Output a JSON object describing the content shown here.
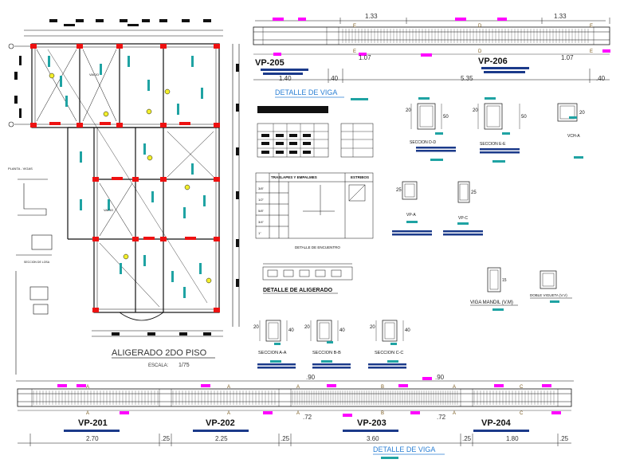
{
  "plan": {
    "title": "ALIGERADO 2DO PISO",
    "scale_label": "ESCALA:",
    "scale_value": "1/75",
    "room_labels": [
      "VACIO",
      "VACIO"
    ],
    "side_note": "PLANTA - VIGAS",
    "mid_note": "SECCION DE LOSA"
  },
  "beams_top": {
    "vp205": "VP-205",
    "vp206": "VP-206",
    "dim_133_a": "1.33",
    "dim_133_b": "1.33",
    "dim_107_a": "1.07",
    "dim_107_b": "1.07",
    "dim_140": "1.40",
    "dim_40_a": ".40",
    "dim_535": "5.35",
    "dim_40_b": ".40",
    "sec_d": "D",
    "sec_e": "E"
  },
  "detalle_viga_top": "DETALLE DE VIGA",
  "tables": {
    "aligerado_title": "TRASLAPES Y EMPALMES",
    "estribos_title": "ESTRIBOS",
    "encuentro_title": "DETALLE DE ENCUENTRO",
    "aligerado_label": "DETALLE DE ALIGERADO",
    "diam_labels": [
      "3/8\"",
      "1/2\"",
      "5/8\"",
      "3/4\"",
      "1\""
    ]
  },
  "sections": {
    "d": "SECCION D-D",
    "e": "SECCION E-E",
    "vch": "VCH-A",
    "vp_a": "VP-A",
    "vp_c": "VP-C",
    "a": "SECCION A-A",
    "b": "SECCION B-B",
    "c": "SECCION C-C",
    "vm": "VIGA MANDIL (V.M)",
    "vc": "DOBLE VIGUETA (V.V)",
    "dim_20": "20",
    "dim_25": "25",
    "dim_40": "40",
    "dim_50": "50",
    "dim_15": "15"
  },
  "beams_bottom": {
    "vp201": "VP-201",
    "vp202": "VP-202",
    "vp203": "VP-203",
    "vp204": "VP-204",
    "dim_270": "2.70",
    "dim_25_a": ".25",
    "dim_225": "2.25",
    "dim_25_b": ".25",
    "dim_360": "3.60",
    "dim_25_c": ".25",
    "dim_180": "1.80",
    "dim_25_d": ".25",
    "dim_90_a": ".90",
    "dim_90_b": ".90",
    "dim_72_a": ".72",
    "dim_72_b": ".72",
    "sec_a": "A",
    "sec_b": "B",
    "sec_c": "C"
  },
  "detalle_viga_bottom": "DETALLE DE VIGA",
  "colors": {
    "line": "#111111",
    "magenta": "#ff00ff",
    "column_red": "#ee1111",
    "teal": "#1fa3a3",
    "yellow": "#f3ef2c",
    "blue_title": "#2a7fd4",
    "dim_brown": "#7a5a1e"
  }
}
